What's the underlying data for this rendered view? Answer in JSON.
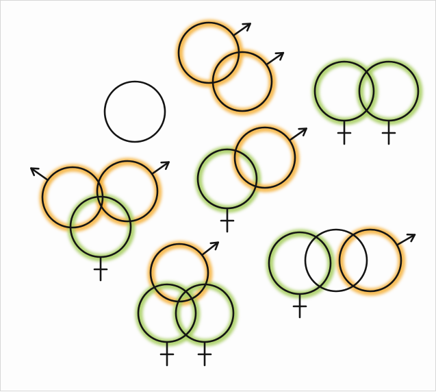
{
  "illustration": {
    "colors": {
      "stroke": "#141414",
      "male_glow": "#f4b03a",
      "female_glow": "#a6cc5e",
      "background": "#fdfdfd",
      "border": "#d6d6d6"
    },
    "glow_types": [
      "none",
      "male",
      "female"
    ],
    "symbol_kinds": [
      "plain-circle",
      "male-symbol",
      "female-symbol"
    ],
    "groups": [
      {
        "id": "single-circle",
        "members": [
          "none"
        ]
      },
      {
        "id": "male-male-pair",
        "members": [
          "male",
          "male"
        ]
      },
      {
        "id": "female-female-pair",
        "members": [
          "female",
          "female"
        ]
      },
      {
        "id": "female-male-pair",
        "members": [
          "female",
          "male"
        ]
      },
      {
        "id": "male-male-female-trio",
        "members": [
          "male",
          "male",
          "female"
        ]
      },
      {
        "id": "male-female-female-trio",
        "members": [
          "male",
          "female",
          "female"
        ]
      },
      {
        "id": "female-plain-male-chain",
        "members": [
          "female",
          "none",
          "male"
        ]
      }
    ]
  }
}
